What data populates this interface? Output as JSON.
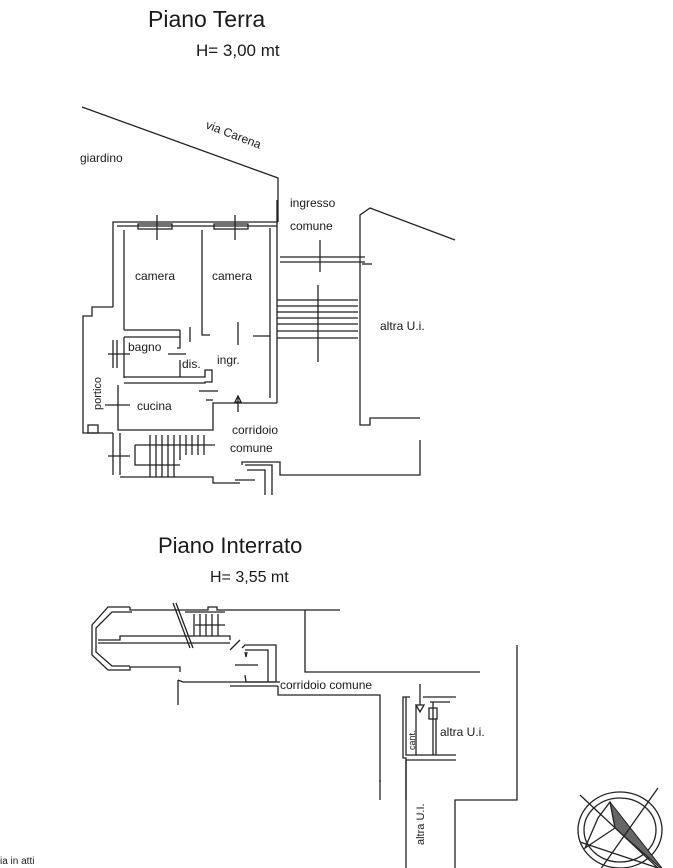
{
  "ground_floor": {
    "title": "Piano Terra",
    "height": "H= 3,00 mt",
    "labels": {
      "street": "via Carena",
      "garden": "giardino",
      "common_entrance_1": "ingresso",
      "common_entrance_2": "comune",
      "room_1": "camera",
      "room_2": "camera",
      "bathroom": "bagno",
      "closet": "dis.",
      "entrance": "ingr.",
      "kitchen": "cucina",
      "porch": "portico",
      "corridor_1": "corridoio",
      "corridor_2": "comune",
      "other_unit": "altra U.i."
    }
  },
  "basement": {
    "title": "Piano Interrato",
    "height": "H= 3,55 mt",
    "labels": {
      "corridor": "corridoio comune",
      "cellar": "cant.",
      "other_unit_1": "altra U.i.",
      "other_unit_2": "altra U.I."
    }
  },
  "footer_note": "ia in atti",
  "icons": {
    "compass": "north-arrow-compass-icon"
  }
}
